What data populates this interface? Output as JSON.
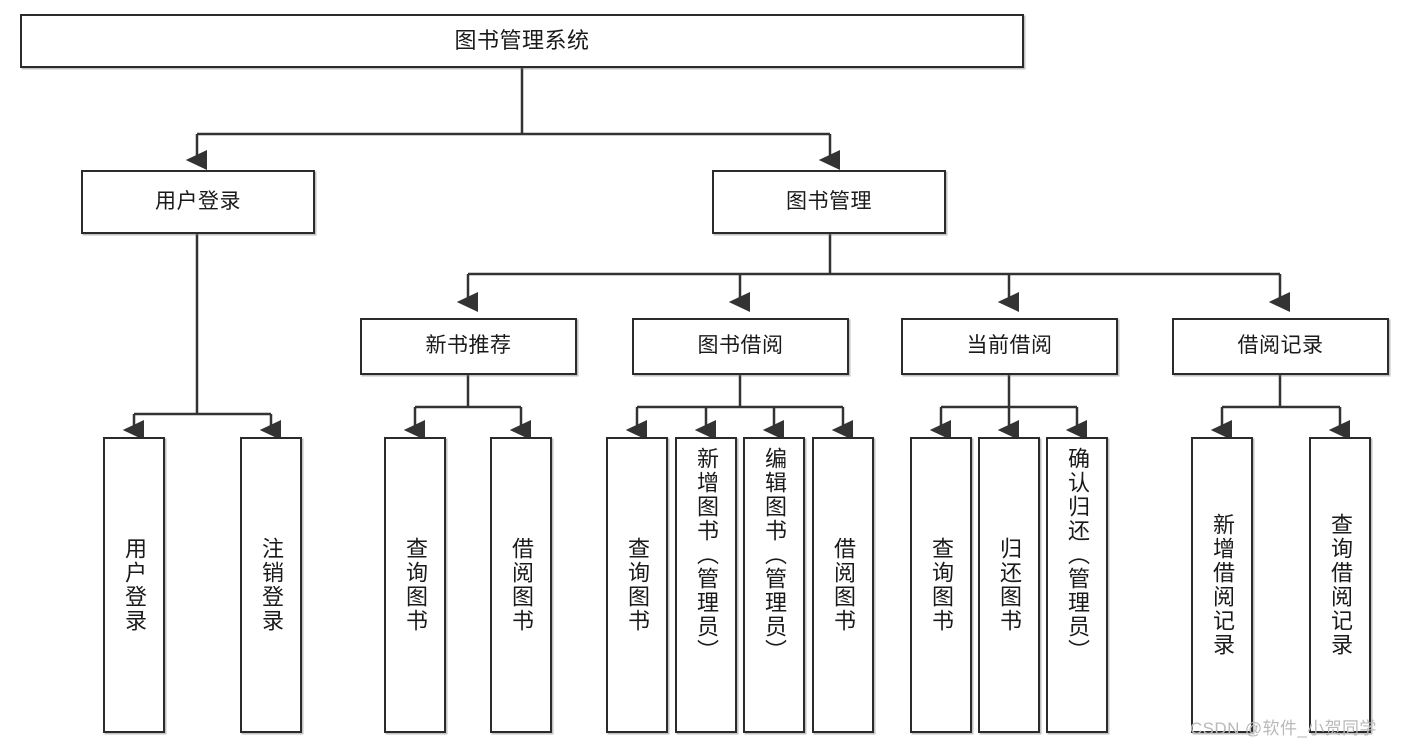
{
  "diagram": {
    "title": "图书管理系统",
    "type": "tree",
    "colors": {
      "box_border": "#2b2b2b",
      "box_fill": "#ffffff",
      "connector": "#333333",
      "watermark": "#b9b9b9",
      "background": "#ffffff"
    },
    "nodes": {
      "root": {
        "label": "图书管理系统"
      },
      "level2": [
        {
          "id": "user-login",
          "label": "用户登录"
        },
        {
          "id": "book-manage",
          "label": "图书管理"
        }
      ],
      "level3": [
        {
          "id": "new-book-rec",
          "label": "新书推荐"
        },
        {
          "id": "book-borrow",
          "label": "图书借阅"
        },
        {
          "id": "current-borrow",
          "label": "当前借阅"
        },
        {
          "id": "borrow-record",
          "label": "借阅记录"
        }
      ],
      "leaves": {
        "user_login": [
          {
            "id": "leaf-user-login",
            "label": "用户登录"
          },
          {
            "id": "leaf-logout",
            "label": "注销登录"
          }
        ],
        "new_book_rec": [
          {
            "id": "leaf-query-book-1",
            "label": "查询图书"
          },
          {
            "id": "leaf-borrow-book-1",
            "label": "借阅图书"
          }
        ],
        "book_borrow": [
          {
            "id": "leaf-query-book-2",
            "label": "查询图书"
          },
          {
            "id": "leaf-add-book",
            "label": "新增图书（管理员）"
          },
          {
            "id": "leaf-edit-book",
            "label": "编辑图书（管理员）"
          },
          {
            "id": "leaf-borrow-book-2",
            "label": "借阅图书"
          }
        ],
        "current_borrow": [
          {
            "id": "leaf-query-book-3",
            "label": "查询图书"
          },
          {
            "id": "leaf-return-book",
            "label": "归还图书"
          },
          {
            "id": "leaf-confirm-return",
            "label": "确认归还（管理员）"
          }
        ],
        "borrow_record": [
          {
            "id": "leaf-add-record",
            "label": "新增借阅记录"
          },
          {
            "id": "leaf-query-record",
            "label": "查询借阅记录"
          }
        ]
      }
    },
    "watermark": "CSDN @软件_小贺同学"
  }
}
